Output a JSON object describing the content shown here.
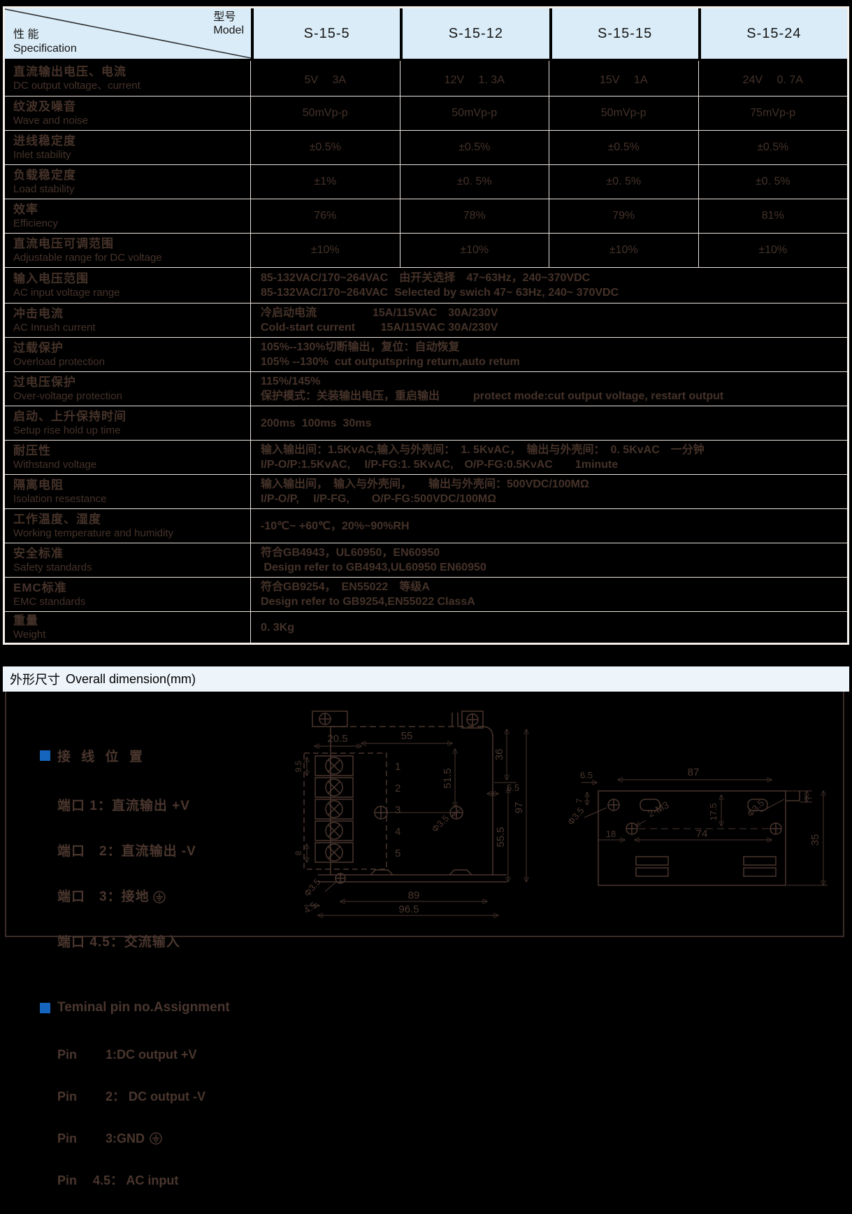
{
  "colors": {
    "header_bg": "#d9ecf8",
    "section_bar_bg": "#edf5fb",
    "table_line": "#e9e2dc",
    "body_text": "#453229",
    "accent_blue": "#1565bf"
  },
  "header": {
    "spec_cn": "性 能",
    "spec_en": "Specification",
    "model_cn": "型号",
    "model_en": "Model",
    "models": [
      "S-15-5",
      "S-15-12",
      "S-15-15",
      "S-15-24"
    ]
  },
  "table": {
    "rows": [
      {
        "cn": "直流输出电压、电流",
        "en": "DC output voltage、current",
        "values": [
          "5V　 3A",
          "12V　 1. 3A",
          "15V　 1A",
          "24V　 0. 7A"
        ]
      },
      {
        "cn": "纹波及噪音",
        "en": "Wave and noise",
        "values": [
          "50mVp-p",
          "50mVp-p",
          "50mVp-p",
          "75mVp-p"
        ]
      },
      {
        "cn": "进线稳定度",
        "en": "Inlet stability",
        "values": [
          "±0.5%",
          "±0.5%",
          "±0.5%",
          "±0.5%"
        ]
      },
      {
        "cn": "负载稳定度",
        "en": "Load stability",
        "values": [
          "±1%",
          "±0. 5%",
          "±0. 5%",
          "±0. 5%"
        ]
      },
      {
        "cn": "效率",
        "en": "Efficiency",
        "values": [
          "76%",
          "78%",
          "79%",
          "81%"
        ]
      },
      {
        "cn": "直流电压可调范围",
        "en": "Adjustable range for DC voltage",
        "values": [
          "±10%",
          "±10%",
          "±10%",
          "±10%"
        ]
      },
      {
        "cn": "输入电压范围",
        "en": "AC input voltage range",
        "lines": [
          "85-132VAC/170~264VAC　由开关选择　47~63Hz，240~370VDC",
          "85-132VAC/170~264VAC  Selected by swich 47~ 63Hz, 240~ 370VDC"
        ]
      },
      {
        "cn": "冲击电流",
        "en": "AC  Inrush  current",
        "lines": [
          "冷启动电流　　　　　15A/115VAC　30A/230V",
          "Cold-start current　　 15A/115VAC 30A/230V"
        ]
      },
      {
        "cn": "过载保护",
        "en": "Overload protection",
        "lines": [
          "105%--130%切断输出，复位：自动恢复",
          "105% --130%  cut outputspring return,auto retum"
        ]
      },
      {
        "cn": "过电压保护",
        "en": "Over-voltage protection",
        "lines": [
          "115%/145%",
          "保护模式：关装输出电压，重启输出　　　protect mode:cut output voltage, restart output"
        ]
      },
      {
        "cn": "启动、上升保持时间",
        "en": "Setup rise hold up time",
        "lines": [
          "200ms  100ms  30ms"
        ]
      },
      {
        "cn": "耐压性",
        "en": "Withstand voltage",
        "lines": [
          "输入输出间：1.5KvAC,输入与外壳间：　1. 5KvAC，　输出与外壳间：　0. 5KvAC　一分钟",
          "I/P-O/P:1.5KvAC,　 I/P-FG:1. 5KvAC,　O/P-FG:0.5KvAC　　1minute"
        ]
      },
      {
        "cn": "隔离电阻",
        "en": "Isolation resestance",
        "lines": [
          "输入输出间，　输入与外壳间，　　输出与外壳间：500VDC/100MΩ",
          "I/P-O/P,　 I/P-FG,　　O/P-FG:500VDC/100MΩ"
        ]
      },
      {
        "cn": "工作温度、湿度",
        "en": "Working temperature and humidity",
        "lines": [
          "-10℃~ +60℃，20%~90%RH"
        ]
      },
      {
        "cn": "安全标准",
        "en": "Safety standards",
        "lines": [
          "符合GB4943，UL60950，EN60950",
          " Design refer to GB4943,UL60950 EN60950"
        ]
      },
      {
        "cn": "EMC标准",
        "en": "EMC standards",
        "lines": [
          "符合GB9254，　EN55022　等级A",
          "Design refer to GB9254,EN55022 ClassA"
        ]
      },
      {
        "cn": "重量",
        "en": "Weight",
        "lines": [
          "0. 3Kg"
        ]
      }
    ]
  },
  "dim": {
    "title_cn": "外形尺寸",
    "title_en": "Overall dimension(mm)",
    "wiring": {
      "heading": "接 线 位 置",
      "items": [
        "端口 1：直流输出 +V",
        "端口　2：直流输出 -V",
        "端口　3：接地",
        "端口 4.5：交流输入"
      ]
    },
    "pins": {
      "heading": "Teminal pin no.Assignment",
      "items": [
        "Pin　　 1:DC output +V",
        "Pin　　 2： DC output -V",
        "Pin　　 3:GND",
        "Pin　 4.5： AC input"
      ]
    },
    "front": {
      "pins": [
        "1",
        "2",
        "3",
        "4",
        "5"
      ],
      "d20_5": "20.5",
      "d55": "55",
      "d51_5": "51.5",
      "d36": "36",
      "d5_5": "5.5",
      "d97": "97",
      "d55_5": "55.5",
      "d9_5": "9.5",
      "d8": "8",
      "phi": "Φ3.5",
      "phi2": "Φ3.5",
      "d4_5": "4.5",
      "d89": "89",
      "d96_5": "96.5"
    },
    "side": {
      "d6_5": "6.5",
      "d87": "87",
      "d7a": "7",
      "d7b": "7",
      "phi_l": "Φ3.5",
      "m3": "2-M3",
      "d17_5": "17.5",
      "phi_r": "Φ3.5",
      "d18": "18",
      "d74": "74",
      "d35": "35"
    }
  }
}
